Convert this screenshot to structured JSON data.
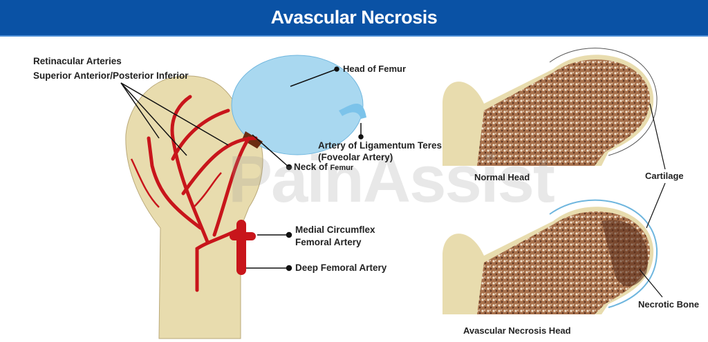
{
  "title": "Avascular Necrosis",
  "watermark": "PainAssist",
  "labels": {
    "retinacular_1": "Retinacular Arteries",
    "retinacular_2": "Superior Anterior/Posterior Inferior",
    "head_of_femur": "Head of Femur",
    "ligamentum_1": "Artery of Ligamentum Teres",
    "ligamentum_2": "(Foveolar Artery)",
    "neck_of": "Neck of",
    "neck_femur": "Femur",
    "medial_1": "Medial Circumflex",
    "medial_2": "Femoral Artery",
    "deep_femoral": "Deep Femoral Artery",
    "normal_head": "Normal Head",
    "cartilage": "Cartilage",
    "necrotic_bone": "Necrotic Bone",
    "avn_head": "Avascular Necrosis Head"
  },
  "colors": {
    "header": "#0a52a5",
    "bone": "#e8dcae",
    "artery": "#c8151b",
    "femoral_head": "#a9d8f0",
    "trabecular": "#8a5a3c"
  }
}
